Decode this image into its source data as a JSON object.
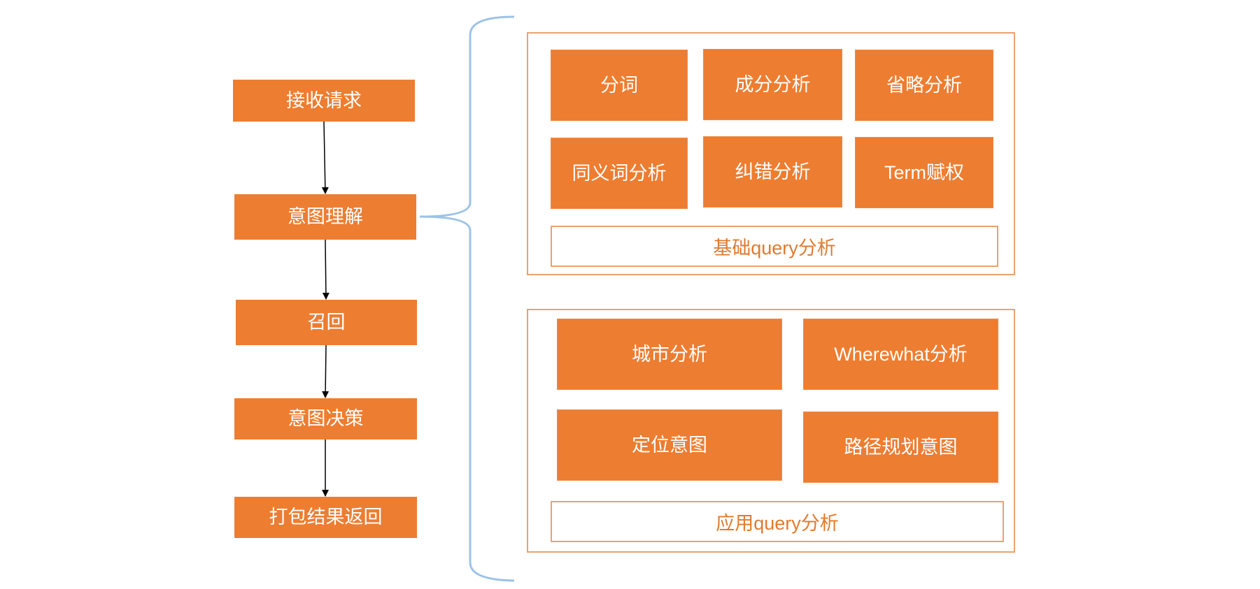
{
  "flow": {
    "steps": [
      {
        "label": "接收请求"
      },
      {
        "label": "意图理解"
      },
      {
        "label": "召回"
      },
      {
        "label": "意图决策"
      },
      {
        "label": "打包结果返回"
      }
    ]
  },
  "basic_analysis": {
    "title": "基础query分析",
    "items": [
      {
        "label": "分词"
      },
      {
        "label": "成分分析"
      },
      {
        "label": "省略分析"
      },
      {
        "label": "同义词分析"
      },
      {
        "label": "纠错分析"
      },
      {
        "label": "Term赋权"
      }
    ]
  },
  "application_analysis": {
    "title": "应用query分析",
    "items": [
      {
        "label": "城市分析"
      },
      {
        "label": "Wherewhat分析"
      },
      {
        "label": "定位意图"
      },
      {
        "label": "路径规划意图"
      }
    ]
  },
  "colors": {
    "box_fill": "#ED7D31",
    "box_text": "#FFFFFF",
    "group_border": "#E9A26F",
    "brace": "#9DC3E6",
    "arrow": "#000000"
  }
}
